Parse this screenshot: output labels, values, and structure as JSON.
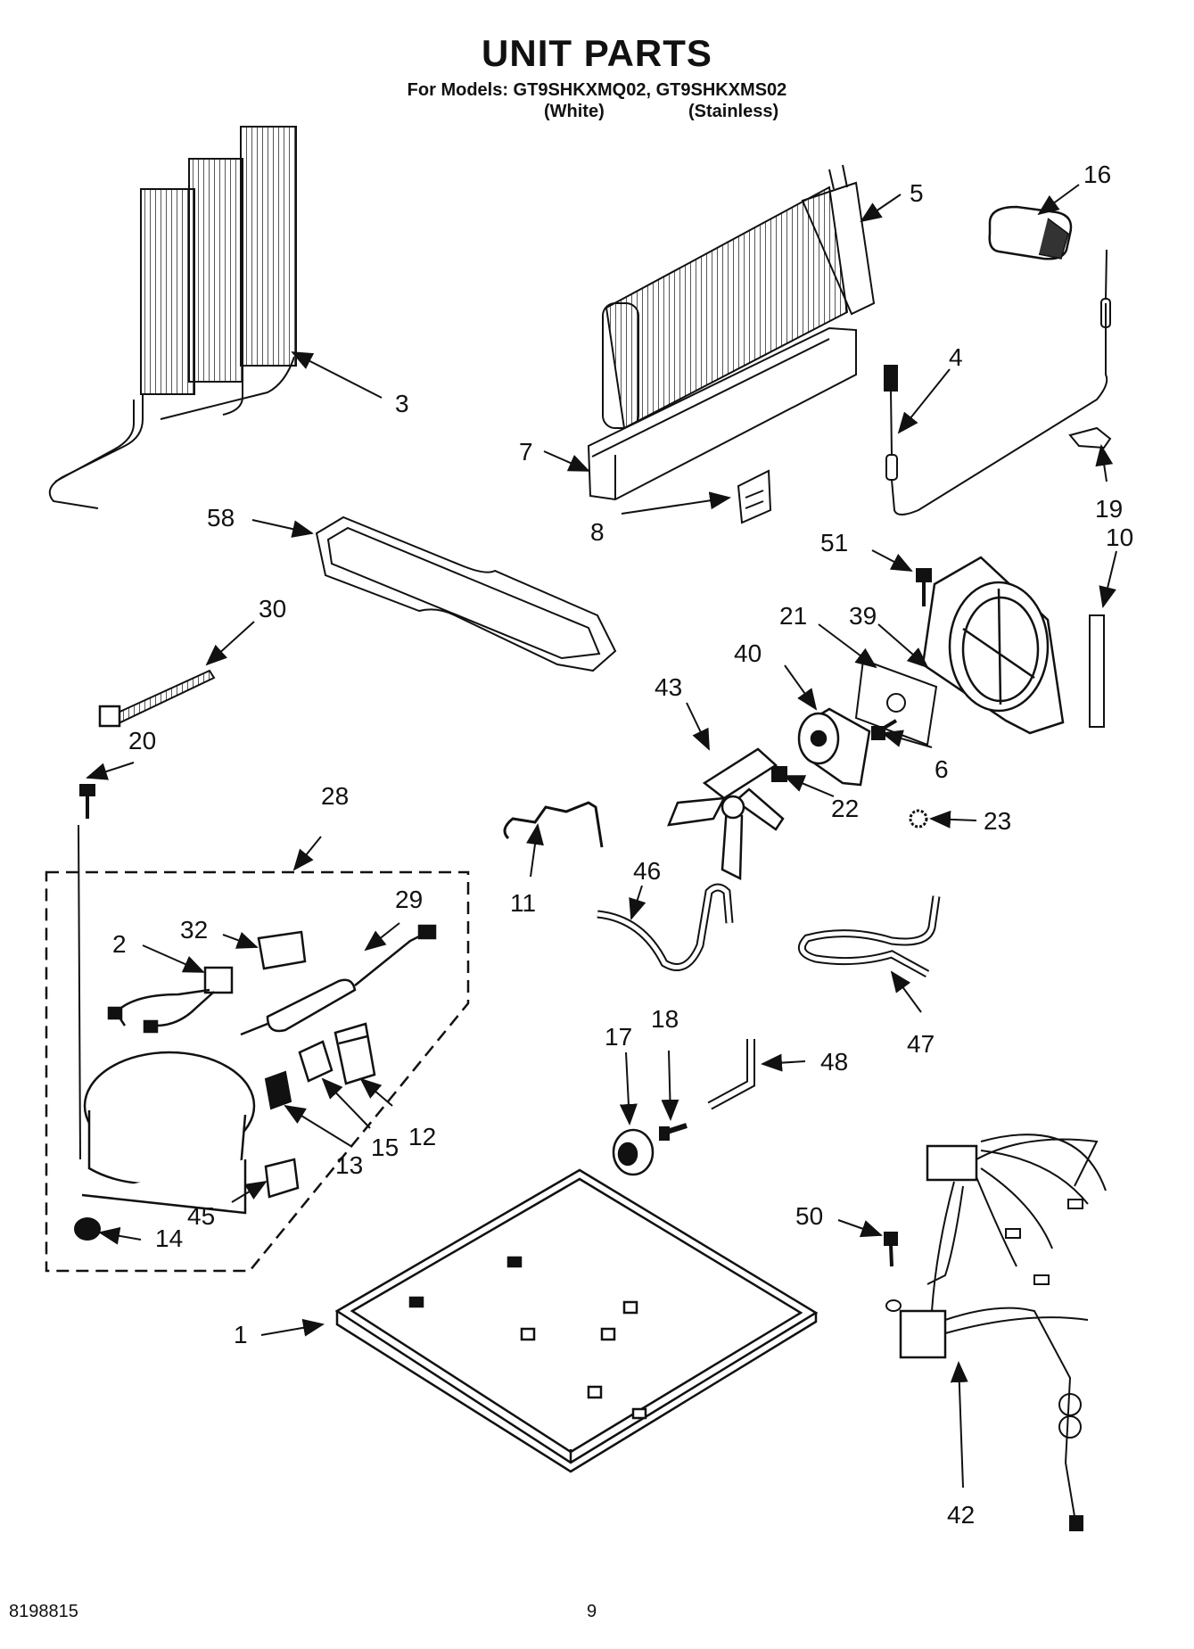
{
  "header": {
    "title": "UNIT PARTS",
    "models_line": "For Models: GT9SHKXMQ02, GT9SHKXMS02",
    "variant_white": "(White)",
    "variant_stainless": "(Stainless)"
  },
  "callouts": {
    "c1": "1",
    "c2": "2",
    "c3": "3",
    "c4": "4",
    "c5": "5",
    "c6": "6",
    "c7": "7",
    "c8": "8",
    "c10": "10",
    "c11": "11",
    "c12": "12",
    "c13": "13",
    "c14": "14",
    "c15": "15",
    "c16": "16",
    "c17": "17",
    "c18": "18",
    "c19": "19",
    "c20": "20",
    "c21": "21",
    "c22": "22",
    "c23": "23",
    "c28": "28",
    "c29": "29",
    "c30": "30",
    "c32": "32",
    "c39": "39",
    "c40": "40",
    "c42": "42",
    "c43": "43",
    "c45": "45",
    "c46": "46",
    "c47": "47",
    "c48": "48",
    "c50": "50",
    "c51": "51",
    "c58": "58"
  },
  "footer": {
    "doc_number": "8198815",
    "page_number": "9"
  }
}
